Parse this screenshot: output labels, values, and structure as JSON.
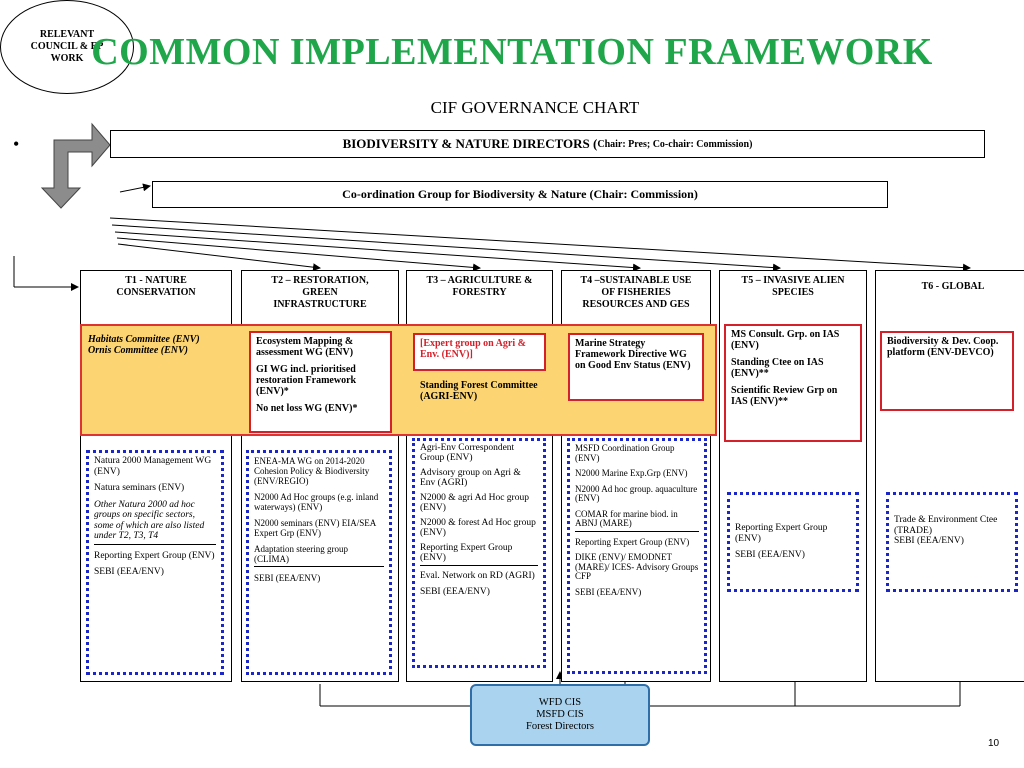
{
  "title": "COMMON IMPLEMENTATION FRAMEWORK",
  "subtitle": "CIF GOVERNANCE CHART",
  "bullet": "•",
  "directors": {
    "main": "BIODIVERSITY & NATURE DIRECTORS (",
    "chair": "Chair: Pres; Co-chair: Commission)"
  },
  "coordination": "Co-ordination Group for Biodiversity & Nature (Chair: Commission)",
  "council": [
    "RELEVANT",
    "COUNCIL & EP",
    "WORK"
  ],
  "columns": [
    {
      "head": [
        "T1 - NATURE",
        "CONSERVATION"
      ],
      "yellow": [
        "Habitats Committee (ENV)",
        "Ornis Committee (ENV)"
      ],
      "lower": [
        "Natura 2000 Management WG (ENV)",
        "Natura seminars (ENV)",
        "Other Natura 2000 ad hoc groups on specific sectors, some of which are also listed under T2, T3, T4",
        "Reporting Expert Group (ENV)",
        "SEBI (EEA/ENV)"
      ]
    },
    {
      "head": [
        "T2 – RESTORATION,",
        "GREEN",
        "INFRASTRUCTURE"
      ],
      "red": [
        "Ecosystem Mapping & assessment WG (ENV)",
        "GI WG incl. prioritised restoration Framework (ENV)*",
        "No net loss WG (ENV)*"
      ],
      "lower": [
        "ENEA-MA WG on 2014-2020 Cohesion Policy & Biodiversity (ENV/REGIO)",
        "N2000 Ad Hoc groups (e.g. inland waterways) (ENV)",
        "N2000 seminars (ENV) EIA/SEA Expert Grp (ENV)",
        "Adaptation steering group (CLIMA)",
        "SEBI (EEA/ENV)"
      ]
    },
    {
      "head": [
        "T3 – AGRICULTURE &",
        "FORESTRY"
      ],
      "red": [
        "[Expert group on Agri & Env. (ENV)]"
      ],
      "yellow": [
        "Standing Forest Committee (AGRI-ENV)"
      ],
      "lower": [
        "Agri-Env Correspondent Group (ENV)",
        "Advisory group on Agri & Env (AGRI)",
        "N2000 & agri Ad Hoc group (ENV)",
        "N2000 & forest Ad Hoc group (ENV)",
        "Reporting Expert Group (ENV)",
        "Eval. Network on RD (AGRI)",
        "SEBI (EEA/ENV)"
      ]
    },
    {
      "head": [
        "T4 –SUSTAINABLE USE",
        "OF FISHERIES",
        "RESOURCES AND GES"
      ],
      "red": [
        "Marine Strategy Framework Directive WG on Good Env Status (ENV)"
      ],
      "lower": [
        "MSFD Coordination Group (ENV)",
        "N2000 Marine Exp.Grp (ENV)",
        "N2000 Ad hoc group. aquaculture (ENV)",
        "COMAR for marine biod. in ABNJ (MARE)",
        "Reporting Expert Group (ENV)",
        "DIKE (ENV)/ EMODNET (MARE)/ ICES- Advisory Groups CFP",
        "SEBI (EEA/ENV)"
      ]
    },
    {
      "head": [
        "T5 – INVASIVE ALIEN",
        "SPECIES"
      ],
      "red": [
        "MS Consult. Grp. on IAS (ENV)",
        "Standing Ctee on IAS (ENV)**",
        "Scientific Review Grp on IAS (ENV)**"
      ],
      "lower": [
        "Reporting Expert Group (ENV)",
        "SEBI (EEA/ENV)"
      ]
    },
    {
      "head": [
        "T6 - GLOBAL"
      ],
      "red": [
        "Biodiversity & Dev. Coop. platform (ENV-DEVCO)"
      ],
      "lower": [
        "Trade & Environment Ctee (TRADE)",
        "SEBI (EEA/ENV)"
      ]
    }
  ],
  "scroll": [
    "WFD CIS",
    "MSFD CIS",
    "Forest Directors"
  ],
  "page_number": "10",
  "colors": {
    "title": "#1fa64a",
    "band": "#fdd472",
    "red": "#d4202a",
    "dotted": "#1a26c8",
    "scroll": "#a9d3ee"
  }
}
